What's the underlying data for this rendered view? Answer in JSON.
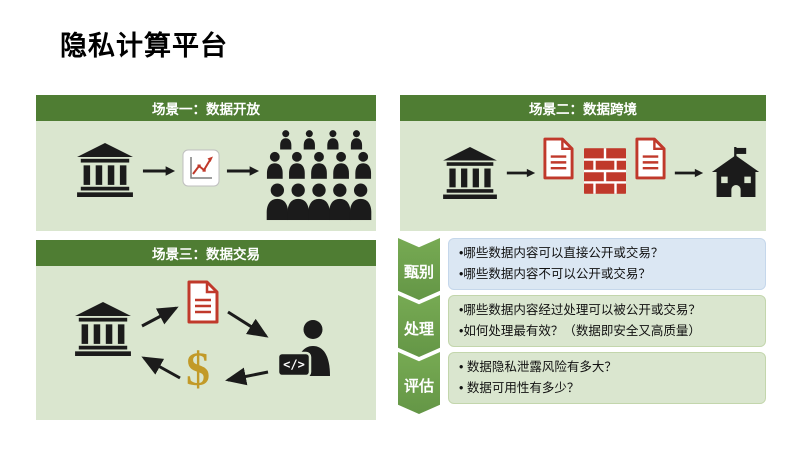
{
  "slide": {
    "title": "隐私计算平台"
  },
  "panels": {
    "scenario1": {
      "title": "场景一：数据开放"
    },
    "scenario2": {
      "title": "场景二：数据跨境"
    },
    "scenario3": {
      "title": "场景三：数据交易",
      "dollar": "$",
      "code_text": "</>"
    }
  },
  "steps": [
    {
      "label": "甄别",
      "lines": [
        "•哪些数据内容可以直接公开或交易？",
        "•哪些数据内容不可以公开或交易？"
      ]
    },
    {
      "label": "处理",
      "lines": [
        "•哪些数据内容经过处理可以被公开或交易？",
        "•如何处理最有效？（数据即安全又高质量）"
      ]
    },
    {
      "label": "评估",
      "lines": [
        "• 数据隐私泄露风险有多大？",
        "• 数据可用性有多少？"
      ]
    }
  ],
  "colors": {
    "header_green": "#4f7d33",
    "panel_green": "#dae6cf",
    "chevron_green": "#649646",
    "box_blue": "#dbe7f3",
    "accent_red": "#c0392b",
    "gold": "#c29a28",
    "ink": "#1b1b1b"
  }
}
